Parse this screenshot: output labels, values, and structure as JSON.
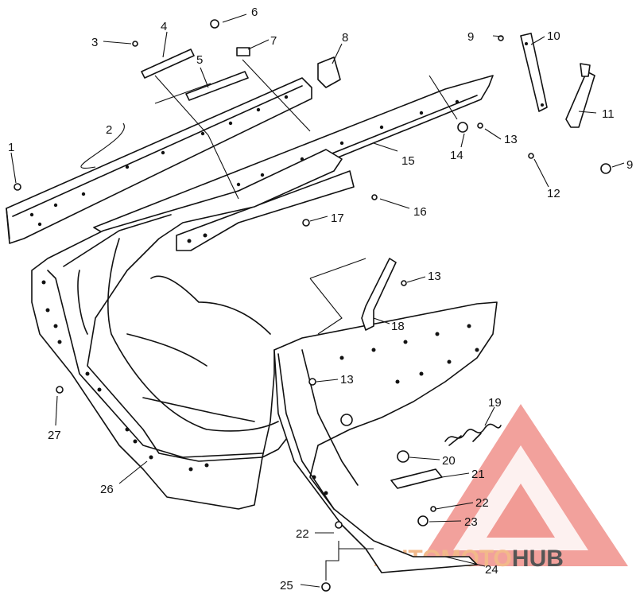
{
  "diagram": {
    "callouts": [
      {
        "id": "1",
        "text": "1"
      },
      {
        "id": "2",
        "text": "2"
      },
      {
        "id": "3",
        "text": "3"
      },
      {
        "id": "4",
        "text": "4"
      },
      {
        "id": "5",
        "text": "5"
      },
      {
        "id": "6",
        "text": "6"
      },
      {
        "id": "7",
        "text": "7"
      },
      {
        "id": "8",
        "text": "8"
      },
      {
        "id": "9a",
        "text": "9"
      },
      {
        "id": "10",
        "text": "10"
      },
      {
        "id": "11",
        "text": "11"
      },
      {
        "id": "9b",
        "text": "9"
      },
      {
        "id": "12",
        "text": "12"
      },
      {
        "id": "13a",
        "text": "13"
      },
      {
        "id": "14",
        "text": "14"
      },
      {
        "id": "15",
        "text": "15"
      },
      {
        "id": "16",
        "text": "16"
      },
      {
        "id": "17",
        "text": "17"
      },
      {
        "id": "13b",
        "text": "13"
      },
      {
        "id": "18",
        "text": "18"
      },
      {
        "id": "13c",
        "text": "13"
      },
      {
        "id": "19",
        "text": "19"
      },
      {
        "id": "20",
        "text": "20"
      },
      {
        "id": "21",
        "text": "21"
      },
      {
        "id": "22a",
        "text": "22"
      },
      {
        "id": "23",
        "text": "23"
      },
      {
        "id": "22b",
        "text": "22"
      },
      {
        "id": "24",
        "text": "24"
      },
      {
        "id": "25",
        "text": "25"
      },
      {
        "id": "26",
        "text": "26"
      },
      {
        "id": "27",
        "text": "27"
      }
    ]
  },
  "watermark": {
    "part1": "AUTOMOTO",
    "part2": "HUB",
    "color_primary": "#e8534a",
    "color_secondary": "#555555"
  }
}
